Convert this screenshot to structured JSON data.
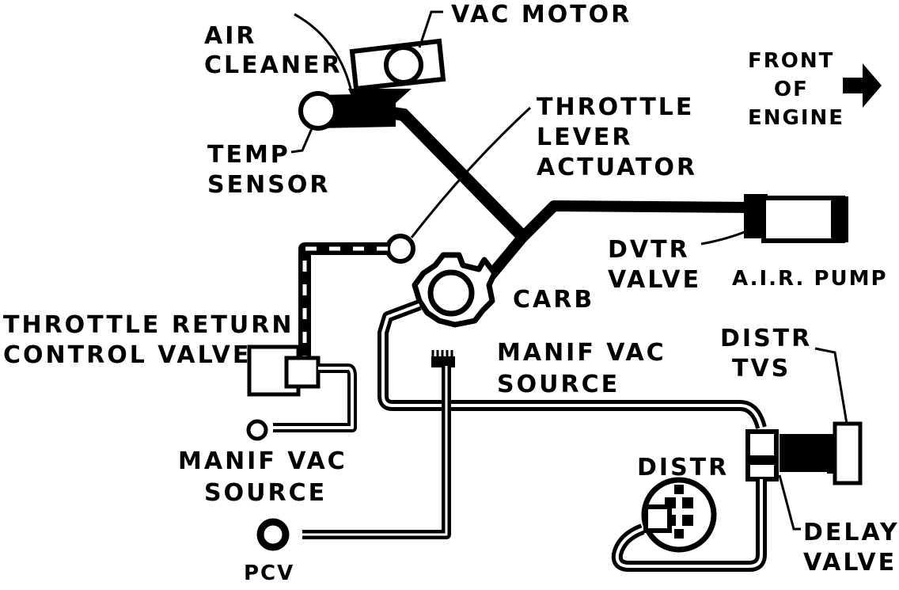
{
  "labels": {
    "air_cleaner": [
      "AIR",
      "CLEANER"
    ],
    "vac_motor": "VAC MOTOR",
    "temp_sensor": [
      "TEMP",
      "SENSOR"
    ],
    "throttle_lever_actuator": [
      "THROTTLE",
      "LEVER",
      "ACTUATOR"
    ],
    "front_of_engine": [
      "FRONT",
      "OF",
      "ENGINE"
    ],
    "dvtr_valve": [
      "DVTR",
      "VALVE"
    ],
    "air_pump": "A.I.R. PUMP",
    "carb": "CARB",
    "throttle_return_control_valve": [
      "THROTTLE RETURN",
      "CONTROL VALVE"
    ],
    "manif_vac_source_center": [
      "MANIF VAC",
      "SOURCE"
    ],
    "distr_tvs": [
      "DISTR",
      "TVS"
    ],
    "manif_vac_source_left": [
      "MANIF VAC",
      "SOURCE"
    ],
    "distr": "DISTR",
    "delay_valve": [
      "DELAY",
      "VALVE"
    ],
    "pcv": "PCV"
  }
}
